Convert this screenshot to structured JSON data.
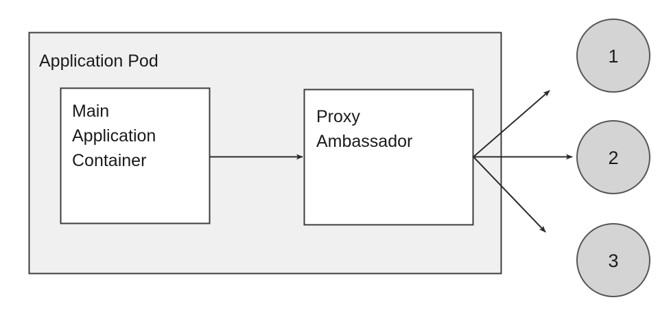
{
  "diagram": {
    "type": "ambassador-pattern-architecture",
    "background_color": "#ffffff",
    "pod": {
      "label": "Application Pod",
      "fill_color": "#f0f0f0",
      "stroke_color": "#3c3c3c"
    },
    "containers": [
      {
        "name": "main-application-container",
        "lines": [
          "Main",
          "Application",
          "Container"
        ],
        "fill_color": "#ffffff",
        "stroke_color": "#3c3c3c"
      },
      {
        "name": "proxy-ambassador-container",
        "lines": [
          "Proxy",
          "Ambassador"
        ],
        "fill_color": "#ffffff",
        "stroke_color": "#3c3c3c"
      }
    ],
    "endpoints": [
      {
        "label": "1",
        "fill_color": "#d4d4d4",
        "stroke_color": "#555555"
      },
      {
        "label": "2",
        "fill_color": "#d4d4d4",
        "stroke_color": "#555555"
      },
      {
        "label": "3",
        "fill_color": "#d4d4d4",
        "stroke_color": "#555555"
      }
    ],
    "connectors": [
      {
        "name": "main-to-proxy-arrow",
        "from": "main-application-container",
        "to": "proxy-ambassador-container"
      },
      {
        "name": "proxy-to-endpoint-1-arrow",
        "from": "proxy-ambassador-container",
        "to": "1"
      },
      {
        "name": "proxy-to-endpoint-2-arrow",
        "from": "proxy-ambassador-container",
        "to": "2"
      },
      {
        "name": "proxy-to-endpoint-3-arrow",
        "from": "proxy-ambassador-container",
        "to": "3"
      }
    ],
    "line_color": "#2b2b2b"
  }
}
